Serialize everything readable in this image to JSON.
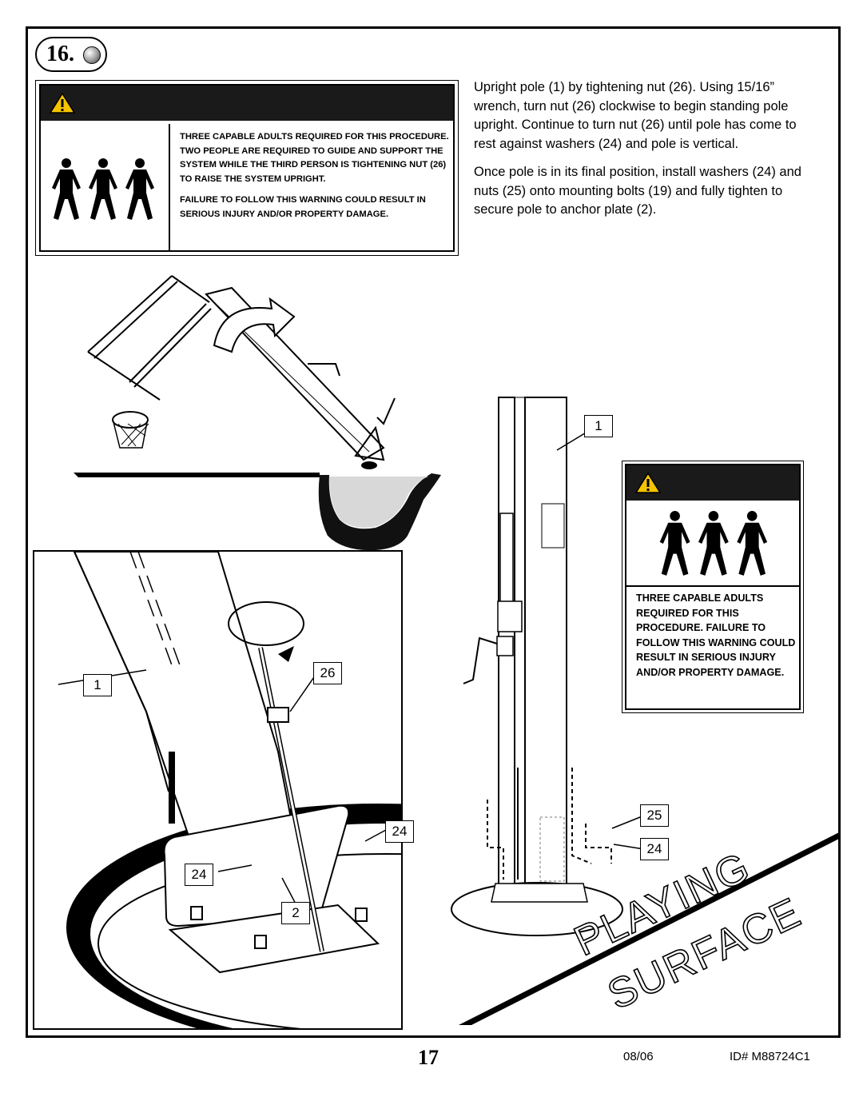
{
  "step": {
    "number": "16."
  },
  "warning_top": {
    "lines_1": "THREE CAPABLE ADULTS REQUIRED FOR THIS PROCEDURE. TWO PEOPLE ARE REQUIRED TO GUIDE AND SUPPORT THE SYSTEM WHILE THE THIRD PERSON IS TIGHTENING NUT (26) TO RAISE THE SYSTEM UPRIGHT.",
    "lines_2": "FAILURE TO FOLLOW THIS WARNING COULD RESULT IN SERIOUS INJURY AND/OR PROPERTY DAMAGE."
  },
  "instructions": {
    "para_1": "Upright pole (1) by tightening nut (26). Using 15/16” wrench, turn nut (26) clockwise to begin standing pole upright. Continue to turn nut (26) until pole has come to rest against washers (24) and pole is vertical.",
    "para_2": "Once pole is in its final position, install washers (24) and nuts (25) onto mounting bolts (19) and fully tighten to secure pole to anchor plate (2)."
  },
  "warning_right": {
    "text": "THREE CAPABLE ADULTS REQUIRED FOR THIS PROCEDURE. FAILURE TO FOLLOW THIS WARNING COULD RESULT IN SERIOUS INJURY AND/OR PROPERTY DAMAGE."
  },
  "callouts": {
    "detail_pole": "1",
    "detail_nut": "26",
    "detail_washer_right": "24",
    "detail_washer_left": "24",
    "detail_plate": "2",
    "right_pole": "1",
    "right_nut": "25",
    "right_washer": "24"
  },
  "surface_label": {
    "line_1": "PLAYING",
    "line_2": "SURFACE"
  },
  "footer": {
    "page": "17",
    "date": "08/06",
    "id": "ID# M88724C1"
  }
}
